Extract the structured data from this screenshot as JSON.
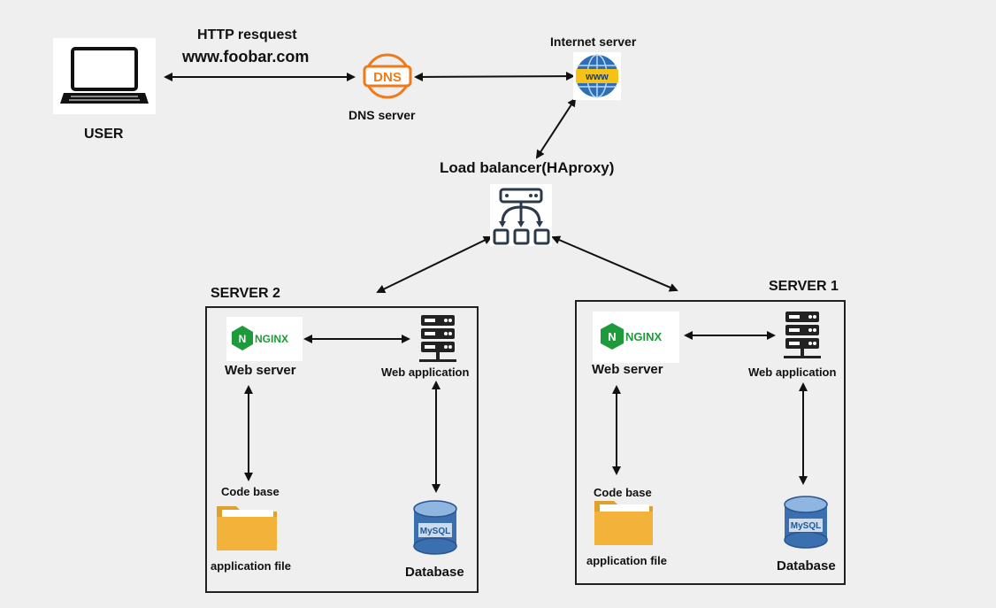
{
  "user": {
    "label": "USER"
  },
  "http": {
    "line1": "HTTP resquest",
    "line2": "www.foobar.com"
  },
  "dns": {
    "icon_text": "DNS",
    "label": "DNS server"
  },
  "internet": {
    "icon_text": "www",
    "label": "Internet server"
  },
  "load_balancer": {
    "label": "Load balancer(HAproxy)"
  },
  "server2": {
    "title": "SERVER 2",
    "nginx_text": "NGINX",
    "web_server": "Web server",
    "web_app": "Web application",
    "code_base": "Code base",
    "app_file": "application file",
    "database": "Database",
    "mysql_text": "MySQL"
  },
  "server1": {
    "title": "SERVER 1",
    "nginx_text": "NGINX",
    "web_server": "Web server",
    "web_app": "Web application",
    "code_base": "Code base",
    "app_file": "application file",
    "database": "Database",
    "mysql_text": "MySQL"
  },
  "colors": {
    "dns": "#f07a1a",
    "nginx_green": "#1d9a3a",
    "folder": "#f3b23a",
    "db_blue": "#3a6fb0",
    "www_blue": "#2c6fb5",
    "www_yellow": "#f5c216"
  }
}
